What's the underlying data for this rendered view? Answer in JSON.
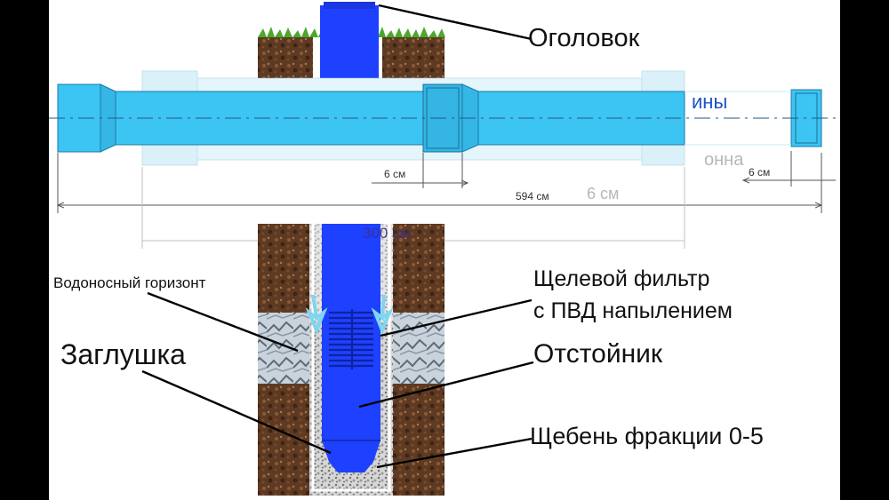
{
  "labels": {
    "head": "Оголовок",
    "aquifer": "Водоносный горизонт",
    "filter_line1": "Щелевой фильтр",
    "filter_line2": "с ПВД напылением",
    "sump": "Отстойник",
    "plug": "Заглушка",
    "gravel": "Щебень фракции 0-5"
  },
  "dimensions": {
    "socket_left": "6 см",
    "socket_right": "6 см",
    "total_length": "594 см",
    "ghost_length": "6 см",
    "lower_length": "300 см"
  },
  "ghost_text": {
    "a": "ины",
    "b": "онна"
  },
  "colors": {
    "page": "#ffffff",
    "frame": "#000000",
    "pipe_blue": "#1e40ff",
    "pipe_cyan": "#3cc4f2",
    "pipe_ghost": "#bfe7f5",
    "soil": "#5e3a22",
    "soil_light": "#8a5a36",
    "grass": "#4aa82c",
    "gravel": "#c9c9c9",
    "water_arrow": "#7fd6ef"
  }
}
